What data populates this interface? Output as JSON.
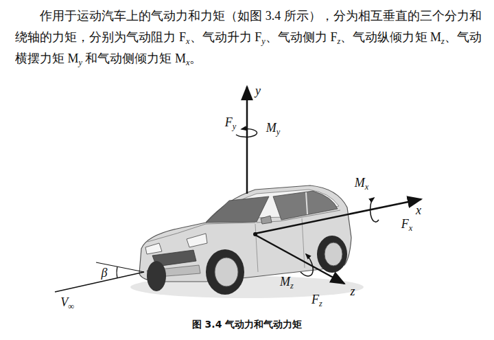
{
  "diagram": {
    "caption": "图 3.4 气动力和气动力矩",
    "labels": [
      "作用于运动汽车上的气动力和力矩（如图 3.4 所示），分为相互垂直的三个分力和绕轴的力矩，分别为气动阻力 Fx、气动升力 Fy、气动侧力 Fz、气动纵倾力矩 Mz、气动横摆力矩 My 和气动侧倾力矩 Mx。",
      "y",
      "Fy",
      "My",
      "Mx",
      "x",
      "Fx",
      "V∞",
      "β",
      "Mz",
      "Fz",
      "z"
    ]
  }
}
